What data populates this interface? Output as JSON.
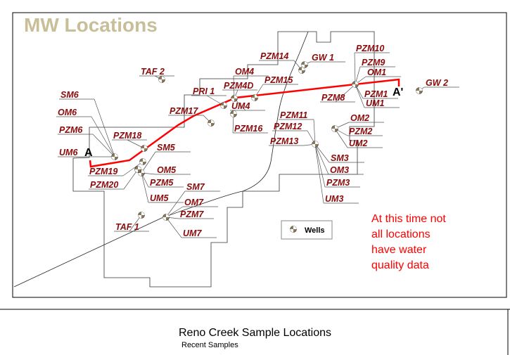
{
  "map_title": "MW Locations",
  "section_start": "A",
  "section_end": "A'",
  "labels": [
    "TAF 2",
    "SM6",
    "OM6",
    "PZM6",
    "UM6",
    "PZM18",
    "PZM19",
    "PZM20",
    "SM5",
    "OM5",
    "PZM5",
    "UM5",
    "SM7",
    "OM7",
    "PZM7",
    "UM7",
    "TAF 1",
    "PRI 1",
    "PZM17",
    "OM4",
    "PZM4D",
    "UM4",
    "PZM16",
    "PZM14",
    "GW 1",
    "PZM15",
    "PZM10",
    "PZM9",
    "OM1",
    "PZM8",
    "PZM1",
    "UM1",
    "GW 2",
    "PZM11",
    "PZM12",
    "PZM13",
    "SM3",
    "OM3",
    "PZM3",
    "UM3",
    "OM2",
    "PZM2",
    "UM2"
  ],
  "note_lines": [
    "At this time not",
    "all locations",
    "have water",
    "quality data"
  ],
  "legend": {
    "label": "Wells"
  },
  "caption": {
    "title": "Reno Creek Sample Locations",
    "subtitle": "Recent Samples"
  },
  "colors": {
    "title": "#c8bf98",
    "label": "#8b0a0a",
    "section_line": "#ff0000",
    "well": "#8a7a58",
    "note": "#ff0000"
  }
}
